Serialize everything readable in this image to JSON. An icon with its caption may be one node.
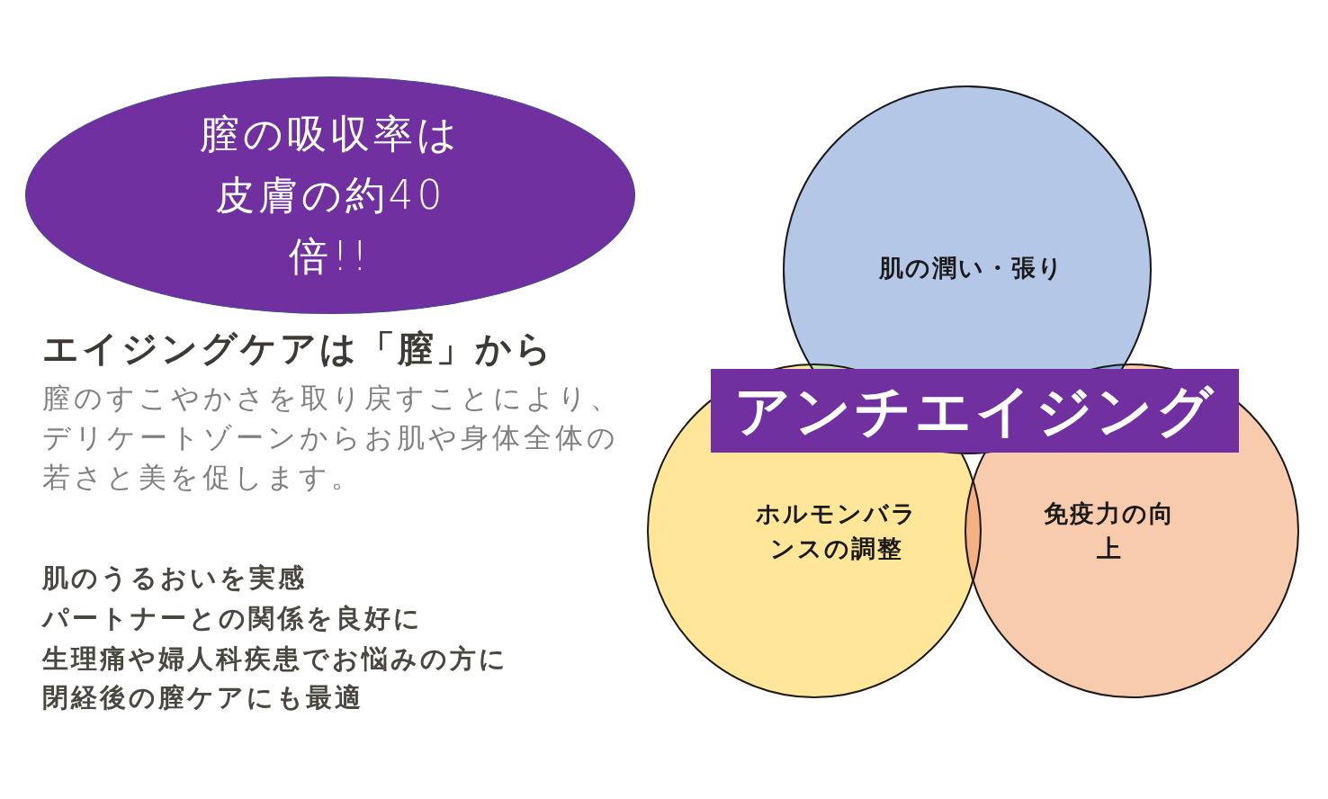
{
  "diagram": {
    "nodes": [
      {
        "text": [
          "膣の吸収率は皮膚の約40倍!!"
        ]
      },
      {
        "text": [
          "肌の潤い・張り"
        ]
      },
      {
        "text": [
          "ホルモンバランスの調整"
        ]
      },
      {
        "text": [
          "免疫力の向上"
        ]
      },
      {
        "text": [
          "アンチエイジング"
        ]
      }
    ],
    "labels": [
      "エイジングケアは「膣」から",
      "膣のすこやかさを取り戻すことにより、デリケートゾーンからお肌や身体全体の若さと美を促します。",
      "肌のうるおいを実感",
      "パートナーとの関係を良好に",
      "生理痛や婦人科疾患でお悩みの方に",
      "閉経後の膣ケアにも最適"
    ]
  }
}
